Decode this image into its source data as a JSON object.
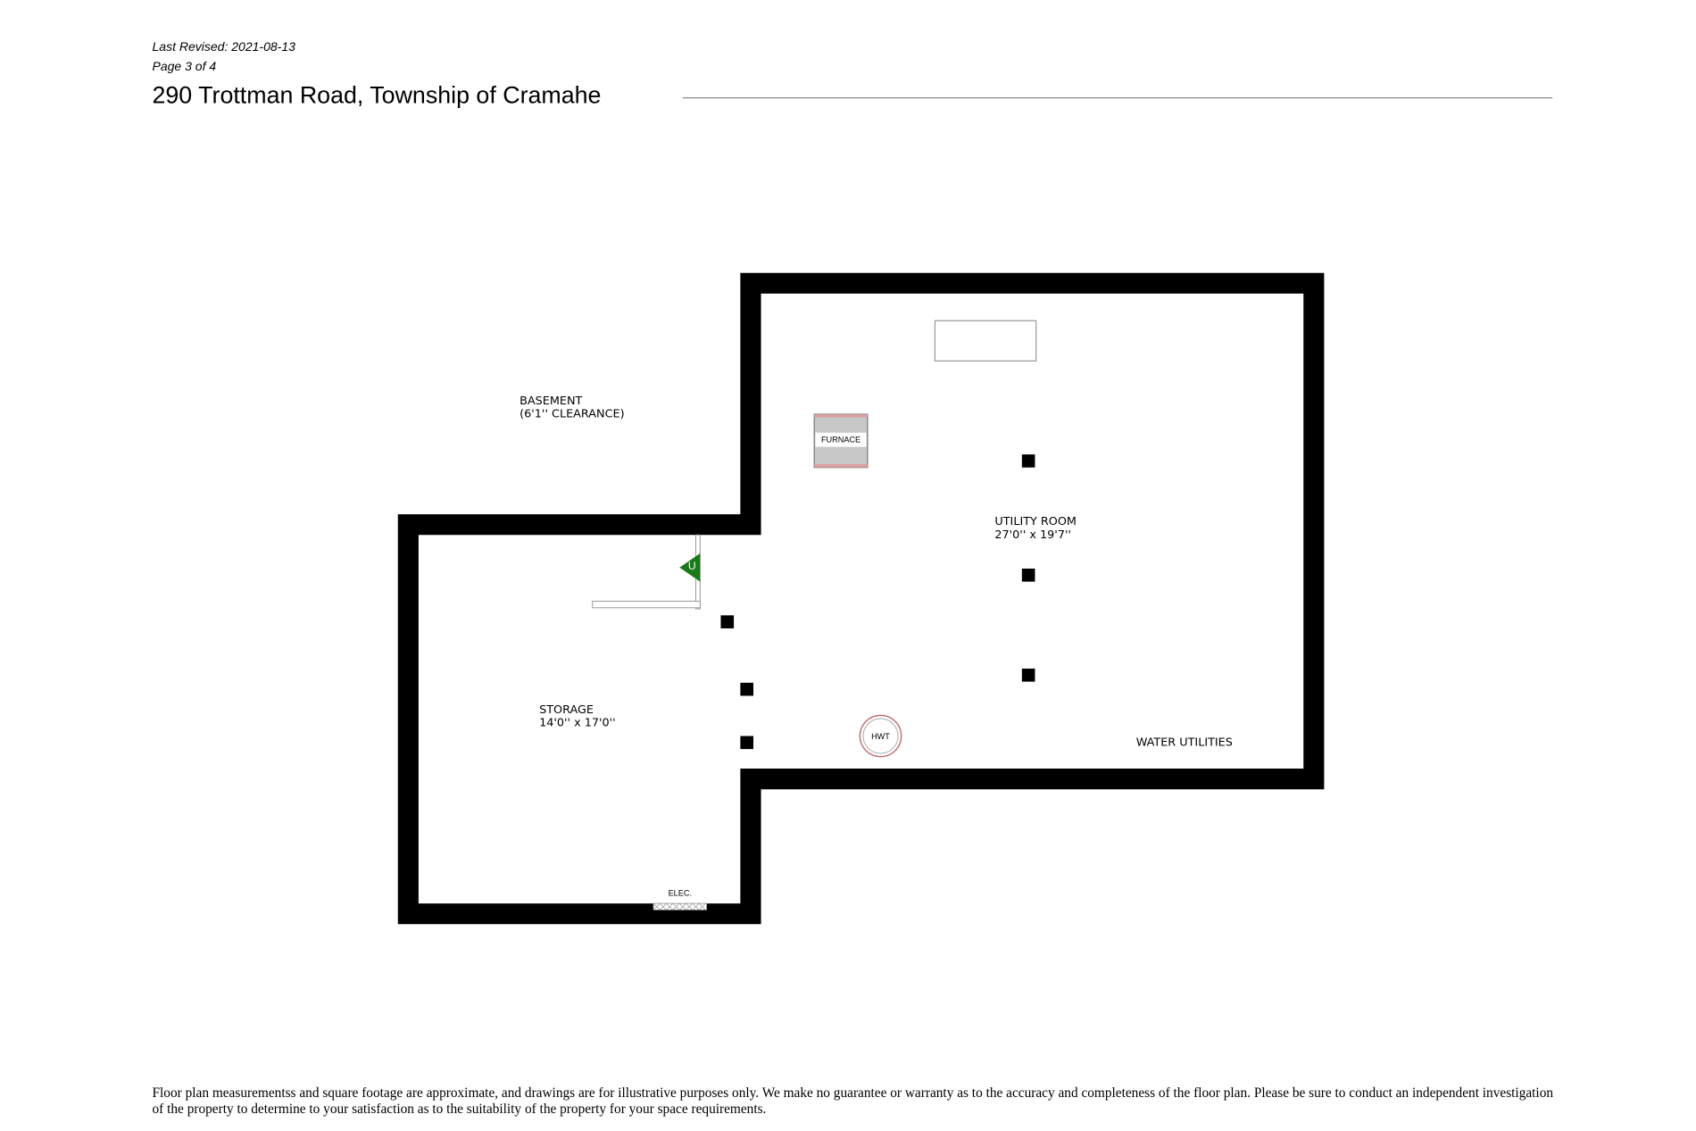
{
  "header": {
    "last_revised": "Last Revised: 2021-08-13",
    "page": "Page 3 of 4",
    "title": "290 Trottman Road, Township of Cramahe"
  },
  "plan": {
    "basement_label": "BASEMENT",
    "basement_clearance": "(6'1'' CLEARANCE)",
    "utility_room": {
      "name": "UTILITY ROOM",
      "size": "27'0'' x 19'7''"
    },
    "storage": {
      "name": "STORAGE",
      "size": "14'0'' x 17'0''"
    },
    "water_utilities": "WATER UTILITIES",
    "furnace": "FURNACE",
    "hwt": "HWT",
    "stair_marker": "U",
    "elec": "ELEC.",
    "colors": {
      "wall": "#000000",
      "stair": "#1a7a1a",
      "furnace_trim": "#b04040"
    }
  },
  "footer": {
    "disclaimer": "Floor plan measurementss and square footage are approximate, and drawings are for illustrative purposes only. We make no guarantee or warranty as to the accuracy and completeness of the floor plan. Please be sure to conduct an independent investigation of the property to determine to your satisfaction as to the suitability of the property for your space requirements."
  }
}
